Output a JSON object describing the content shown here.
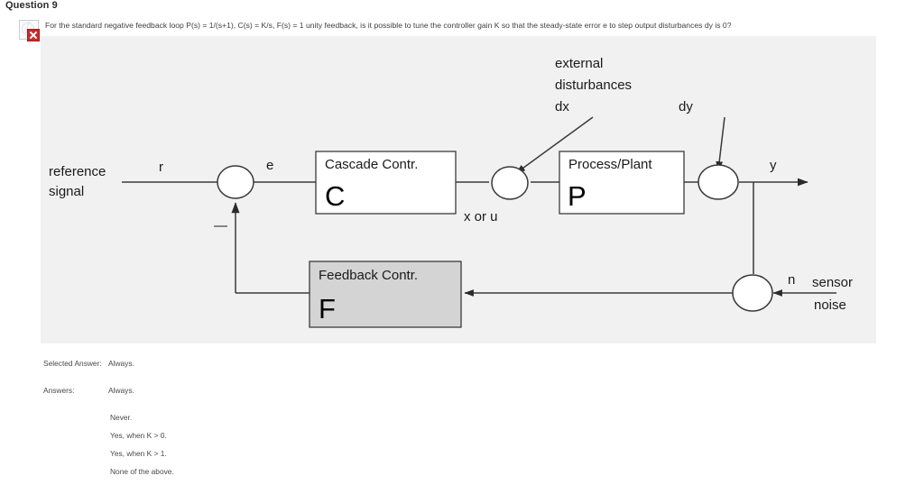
{
  "header": {
    "question_title": "Question 9",
    "question_text": "For the standard negative feedback loop P(s) = 1/(s+1), C(s) = K/s, F(s) = 1 unity feedback, is it possible to tune the controller gain K so that the steady-state error e to step output disturbances dy is 0?",
    "status_icon": "broken-image-icon"
  },
  "diagram": {
    "blocks": {
      "cascade": {
        "title": "Cascade Contr.",
        "letter": "C",
        "fill": "#ffffff"
      },
      "process": {
        "title": "Process/Plant",
        "letter": "P",
        "fill": "#ffffff"
      },
      "feedback": {
        "title": "Feedback Contr.",
        "letter": "F",
        "fill": "#d4d4d4"
      }
    },
    "labels": {
      "reference_line1": "reference",
      "reference_line2": "signal",
      "r": "r",
      "e": "e",
      "minus": "—",
      "x_or_u": "x or u",
      "ext_line1": "external",
      "ext_line2": "disturbances",
      "ext_line3": "dx",
      "dy": "dy",
      "y": "y",
      "n": "n",
      "sensor_line1": "sensor",
      "sensor_line2": "noise"
    },
    "background_color": "#f1f1f1",
    "line_color": "#3a3a3a"
  },
  "answers": {
    "selected_label": "Selected Answer:",
    "selected_value": "Always.",
    "answers_label": "Answers:",
    "options": [
      "Always.",
      "Never.",
      "Yes, when K > 0.",
      "Yes, when K > 1.",
      "None of the above."
    ]
  }
}
